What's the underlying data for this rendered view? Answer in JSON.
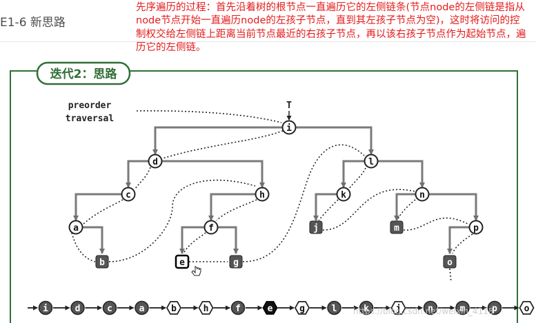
{
  "heading": "E1-6 新思路",
  "note": "先序遍历的过程：首先沿着树的根节点一直遍历它的左侧链条(节点node的左侧链是指从node节点开始一直遍历node的左孩子节点，直到其左孩子节点为空)，这时将访问的控制权交给左侧链上距离当前节点最近的右孩子节点，再以该右孩子节点作为起始节点，遍历它的左侧链。",
  "slide": {
    "title": "迭代2：思路",
    "caption_line1": "preorder",
    "caption_line2": "traversal",
    "root_label": "T",
    "nodes": [
      "i",
      "d",
      "l",
      "c",
      "h",
      "k",
      "n",
      "a",
      "f",
      "j",
      "m",
      "p",
      "b",
      "e",
      "g",
      "o"
    ],
    "sequence": [
      "i",
      "d",
      "c",
      "a",
      "b",
      "h",
      "f",
      "e",
      "g",
      "l",
      "k",
      "j",
      "n",
      "m",
      "p",
      "o"
    ],
    "watermark": "https://blog.csdn.net/weixin_4118"
  },
  "colors": {
    "accent_green": "#2f6e36",
    "note_red": "#e31b1b",
    "edge_gray": "#7a7a7a",
    "leaf_fill": "#555555"
  }
}
